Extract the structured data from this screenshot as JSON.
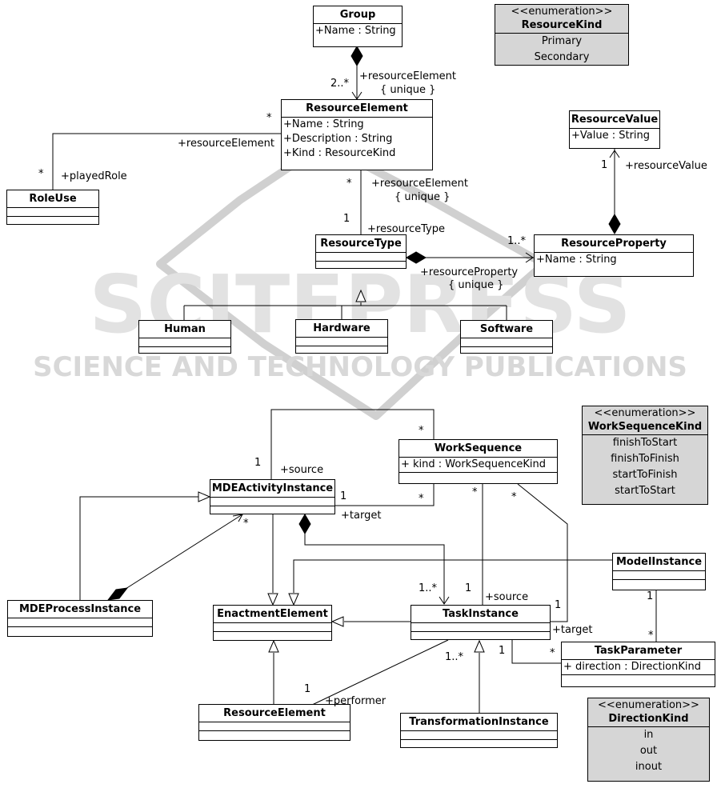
{
  "watermark": {
    "title": "SCITEPRESS",
    "subtitle": "SCIENCE AND TECHNOLOGY PUBLICATIONS"
  },
  "classes": {
    "group": {
      "name": "Group",
      "attrs": [
        "+Name : String"
      ]
    },
    "resource_element_top": {
      "name": "ResourceElement",
      "attrs": [
        "+Name : String",
        "+Description : String",
        "+Kind : ResourceKind"
      ]
    },
    "resource_value": {
      "name": "ResourceValue",
      "attrs": [
        "+Value : String"
      ]
    },
    "role_use": {
      "name": "RoleUse",
      "attrs": []
    },
    "resource_type": {
      "name": "ResourceType",
      "attrs": []
    },
    "resource_property": {
      "name": "ResourceProperty",
      "attrs": [
        "+Name : String"
      ]
    },
    "human": {
      "name": "Human",
      "attrs": []
    },
    "hardware": {
      "name": "Hardware",
      "attrs": []
    },
    "software": {
      "name": "Software",
      "attrs": []
    },
    "work_sequence": {
      "name": "WorkSequence",
      "attrs": [
        "+ kind : WorkSequenceKind"
      ]
    },
    "mde_activity_instance": {
      "name": "MDEActivityInstance",
      "attrs": []
    },
    "model_instance": {
      "name": "ModelInstance",
      "attrs": []
    },
    "mde_process_instance": {
      "name": "MDEProcessInstance",
      "attrs": []
    },
    "enactment_element": {
      "name": "EnactmentElement",
      "attrs": []
    },
    "task_instance": {
      "name": "TaskInstance",
      "attrs": []
    },
    "task_parameter": {
      "name": "TaskParameter",
      "attrs": [
        "+ direction : DirectionKind"
      ]
    },
    "resource_element_bottom": {
      "name": "ResourceElement",
      "attrs": []
    },
    "transformation_instance": {
      "name": "TransformationInstance",
      "attrs": []
    }
  },
  "enums": {
    "resource_kind": {
      "stereotype": "<<enumeration>>",
      "name": "ResourceKind",
      "literals": [
        "Primary",
        "Secondary"
      ]
    },
    "work_sequence_kind": {
      "stereotype": "<<enumeration>>",
      "name": "WorkSequenceKind",
      "literals": [
        "finishToStart",
        "finishToFinish",
        "startToFinish",
        "startToStart"
      ]
    },
    "direction_kind": {
      "stereotype": "<<enumeration>>",
      "name": "DirectionKind",
      "literals": [
        "in",
        "out",
        "inout"
      ]
    }
  },
  "labels": {
    "group_re_mult": "2..*",
    "group_re_role": "+resourceElement",
    "group_re_unique": "{ unique }",
    "role_re_mult_a": "*",
    "role_re_role_a": "+resourceElement",
    "role_re_mult_b": "*",
    "role_re_role_b": "+playedRole",
    "re_rt_mult_a": "*",
    "re_rt_role_a": "+resourceElement",
    "re_rt_unique": "{ unique }",
    "re_rt_mult_b": "1",
    "re_rt_role_b": "+resourceType",
    "rv_rp_mult": "1",
    "rv_rp_role": "+resourceValue",
    "rt_rp_mult": "1..*",
    "rt_rp_role": "+resourceProperty",
    "rt_rp_unique": "{ unique }",
    "ws_src_mult_ws": "*",
    "ws_src_mult_act": "1",
    "ws_src_role": "+source",
    "ws_tgt_mult_act": "1",
    "ws_tgt_mult_ws": "*",
    "ws_tgt_role": "+target",
    "act_proc_mult": "*",
    "act_task_mult": "1..*",
    "ws_task_mult_a": "*",
    "ws_task_mult_b": "*",
    "task_src_mult": "1",
    "task_src_role": "+source",
    "task_tgt_mult": "1",
    "task_tgt_role": "+target",
    "mi_tp_mult_a": "1",
    "mi_tp_mult_b": "*",
    "task_tp_mult_a": "1",
    "task_tp_mult_b": "*",
    "perf_mult_a": "1..*",
    "perf_mult_b": "1",
    "perf_role": "+performer"
  }
}
